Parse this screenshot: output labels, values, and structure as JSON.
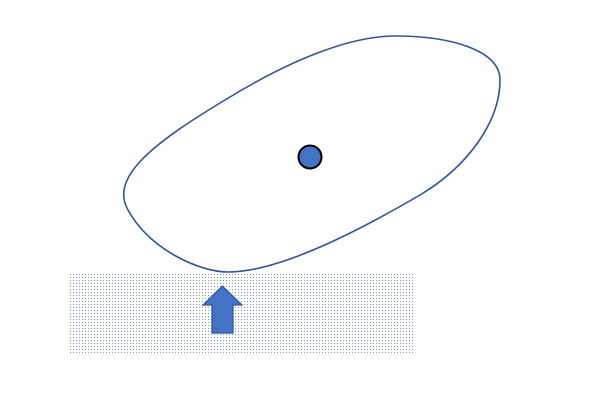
{
  "diagram": {
    "colors": {
      "background": "#ffffff",
      "body_outline": "#2f5597",
      "center_dot_fill": "#4472c4",
      "center_dot_outline": "#000000",
      "surface_dots": "#4a6fb5",
      "arrow_fill": "#4472c4",
      "arrow_outline": "#2f5597"
    },
    "elements": {
      "body": "rounded-oblong-outline",
      "center_point": "filled-circle",
      "surface": "dotted-rectangle",
      "force_arrow": "up-arrow-icon"
    }
  }
}
